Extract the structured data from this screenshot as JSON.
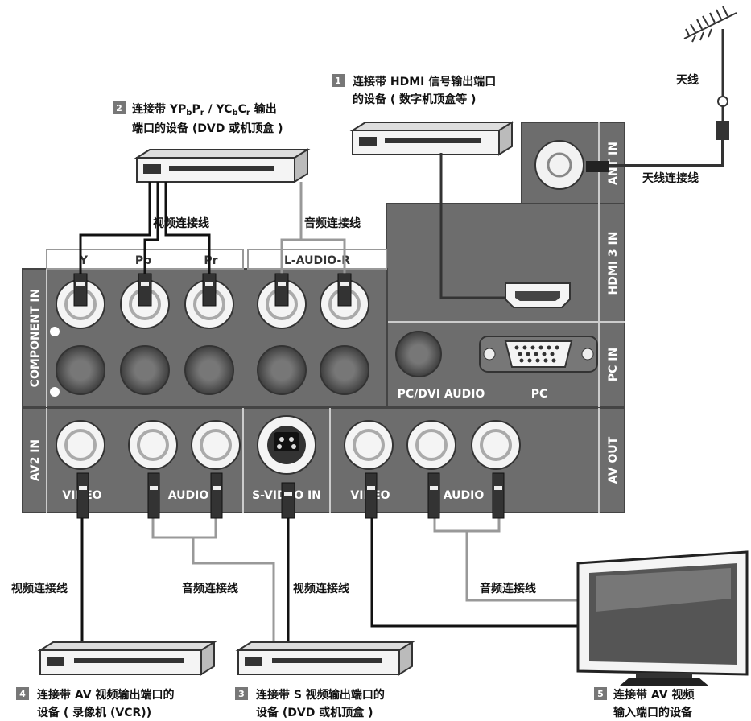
{
  "devices": {
    "d1": {
      "number": "1",
      "line1": "连接带 HDMI 信号输出端口",
      "line2": "的设备 ( 数字机顶盒等 )"
    },
    "d2": {
      "number": "2",
      "line1_prefix": "连接带 YP",
      "line1_sub1": "b",
      "line1_mid1": "P",
      "line1_sub2": "r",
      "line1_mid2": " / YC",
      "line1_sub3": "b",
      "line1_mid3": "C",
      "line1_sub4": "r",
      "line1_suffix": " 输出",
      "line2": "端口的设备 (DVD 或机顶盒 )"
    },
    "d3": {
      "number": "3",
      "line1": "连接带 S 视频输出端口的",
      "line2": "设备 (DVD 或机顶盒 )"
    },
    "d4": {
      "number": "4",
      "line1": "连接带 AV 视频输出端口的",
      "line2": "设备 ( 录像机 (VCR))"
    },
    "d5": {
      "number": "5",
      "line1": "连接带 AV 视频",
      "line2": "输入端口的设备"
    }
  },
  "cables": {
    "antenna": "天线",
    "antenna_cable": "天线连接线",
    "component_video": "视频连接线",
    "component_audio": "音频连接线",
    "av2_video": "视频连接线",
    "av2_audio": "音频连接线",
    "svideo": "视频连接线",
    "avout_audio": "音频连接线"
  },
  "panel": {
    "component_in": "COMPONENT IN",
    "y": "Y",
    "pb": "Pb",
    "pr": "Pr",
    "audio_lr": "L-AUDIO-R",
    "ant_in": "ANT IN",
    "hdmi3_in": "HDMI 3 IN",
    "pc_in": "PC IN",
    "pc_dvi_audio": "PC/DVI AUDIO",
    "pc": "PC",
    "av2_in": "AV2 IN",
    "video": "VIDEO",
    "audio": "AUDIO",
    "svideo_in": "S-VIDEO IN",
    "av_out": "AV OUT",
    "av_out_video": "VIDEO",
    "av_out_audio": "AUDIO"
  }
}
